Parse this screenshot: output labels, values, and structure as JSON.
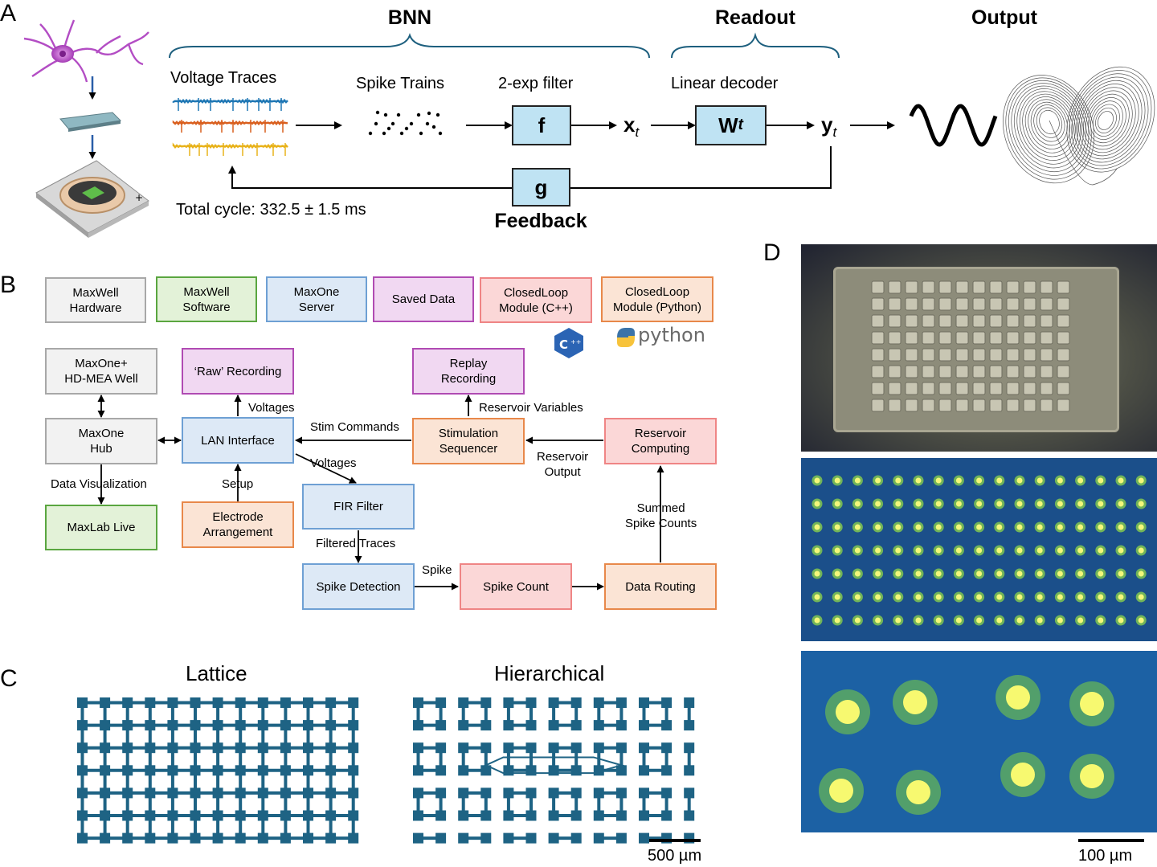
{
  "panels": {
    "a": "A",
    "b": "B",
    "c": "C",
    "d": "D"
  },
  "a": {
    "bnn": "BNN",
    "readout": "Readout",
    "output": "Output",
    "voltage_traces": "Voltage Traces",
    "spike_trains": "Spike Trains",
    "filter_label": "2-exp filter",
    "decoder_label": "Linear decoder",
    "f": "f",
    "x_main": "x",
    "x_sub": "t",
    "w_main": "W",
    "w_sub": "t",
    "y_main": "y",
    "y_sub": "t",
    "g": "g",
    "feedback": "Feedback",
    "total_cycle": "Total cycle: 332.5 ± 1.5 ms",
    "trace_colors": [
      "#1f77b4",
      "#d95f1e",
      "#e8b21a"
    ]
  },
  "b": {
    "legend": {
      "hardware": "MaxWell\nHardware",
      "software": "MaxWell\nSoftware",
      "server": "MaxOne\nServer",
      "saved": "Saved Data",
      "cpp": "ClosedLoop\nModule (C++)",
      "py": "ClosedLoop\nModule (Python)"
    },
    "python_logo": "python",
    "nodes": {
      "well": "MaxOne+\nHD-MEA Well",
      "hub": "MaxOne\nHub",
      "maxlab": "MaxLab Live",
      "raw": "‘Raw’ Recording",
      "lan": "LAN Interface",
      "electrode": "Electrode\nArrangement",
      "replay": "Replay\nRecording",
      "stim": "Stimulation\nSequencer",
      "reservoir": "Reservoir\nComputing",
      "fir": "FIR Filter",
      "spike_det": "Spike Detection",
      "spike_count": "Spike Count",
      "routing": "Data Routing"
    },
    "edges": {
      "data_vis": "Data Visualization",
      "voltages1": "Voltages",
      "setup": "Setup",
      "stim_cmds": "Stim Commands",
      "voltages2": "Voltages",
      "reservoir_vars": "Reservoir Variables",
      "reservoir_out": "Reservoir\nOutput",
      "filtered": "Filtered Traces",
      "spike": "Spike",
      "summed": "Summed\nSpike Counts"
    }
  },
  "c": {
    "lattice": "Lattice",
    "hierarchical": "Hierarchical",
    "scale": "500 µm",
    "pattern_color": "#1e6384"
  },
  "d": {
    "scale": "100 µm"
  }
}
